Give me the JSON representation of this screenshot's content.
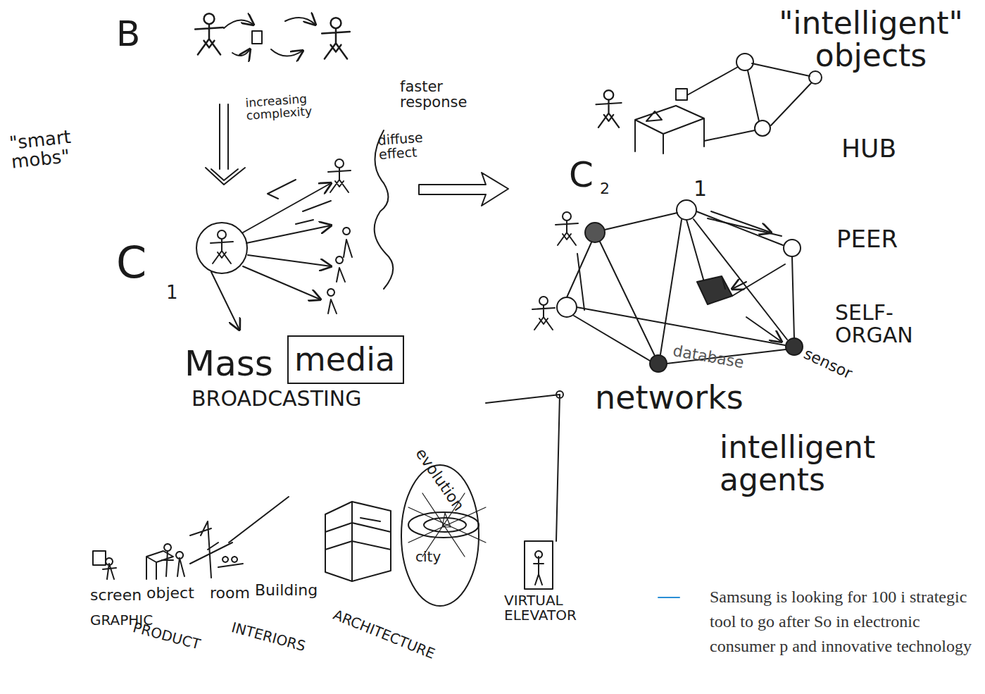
{
  "diagram": {
    "nodes": [
      {
        "text": [
          "media"
        ]
      }
    ],
    "labels": [
      "B",
      "\"smart mobs\"",
      "increasing complexity",
      "faster response",
      "diffuse effect",
      "C",
      "1",
      "Mass",
      "BROADCASTING",
      "\"intelligent\" objects",
      "HUB",
      "C",
      "2",
      "1",
      "PEER",
      "SELF-ORGAN",
      "database",
      "sensor",
      "networks",
      "intelligent agents",
      "evolution",
      "city",
      "screen",
      "object",
      "room",
      "Building",
      "GRAPHIC",
      "PRODUCT",
      "INTERIORS",
      "ARCHITECTURE",
      "VIRTUAL ELEVATOR",
      "Samsung is looking for 100 i strategic tool to go after So in electronic consumer p and innovative technology"
    ]
  }
}
